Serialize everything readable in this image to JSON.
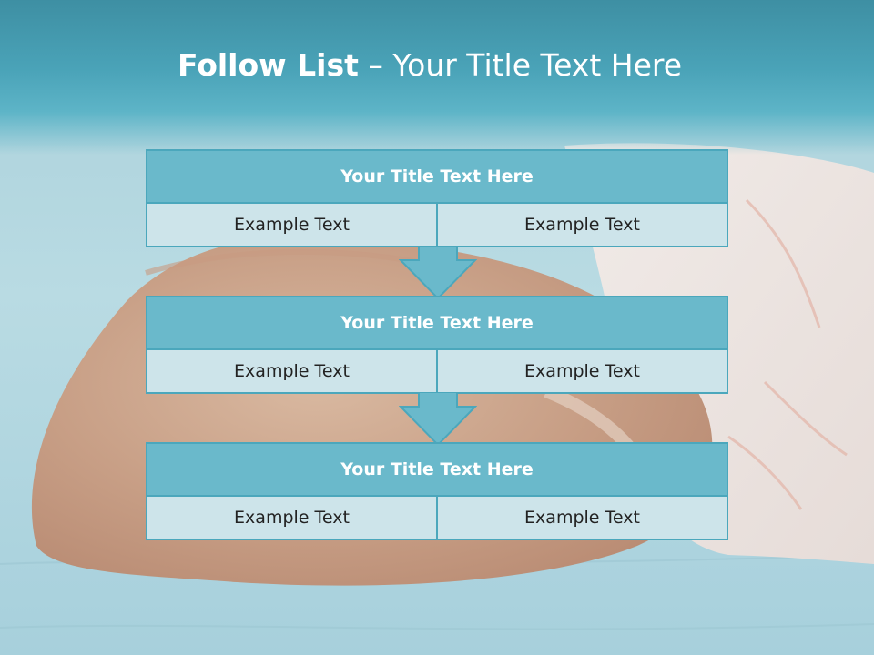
{
  "title": {
    "bold": "Follow List",
    "rest": " – Your Title Text Here"
  },
  "rows": [
    {
      "title": "Your Title Text Here",
      "cells": [
        "Example Text",
        "Example Text"
      ]
    },
    {
      "title": "Your Title Text Here",
      "cells": [
        "Example Text",
        "Example Text"
      ]
    },
    {
      "title": "Your Title Text Here",
      "cells": [
        "Example Text",
        "Example Text"
      ]
    }
  ],
  "colors": {
    "header_band": "#4aa3b8",
    "row_title_fill": "#6ab9cb",
    "row_cell_fill": "#cde4ea",
    "border": "#4ba7bc",
    "arrow_fill": "#6ab9cb"
  },
  "background_image": "faded bread loaf on paper over a light blue wooden surface"
}
